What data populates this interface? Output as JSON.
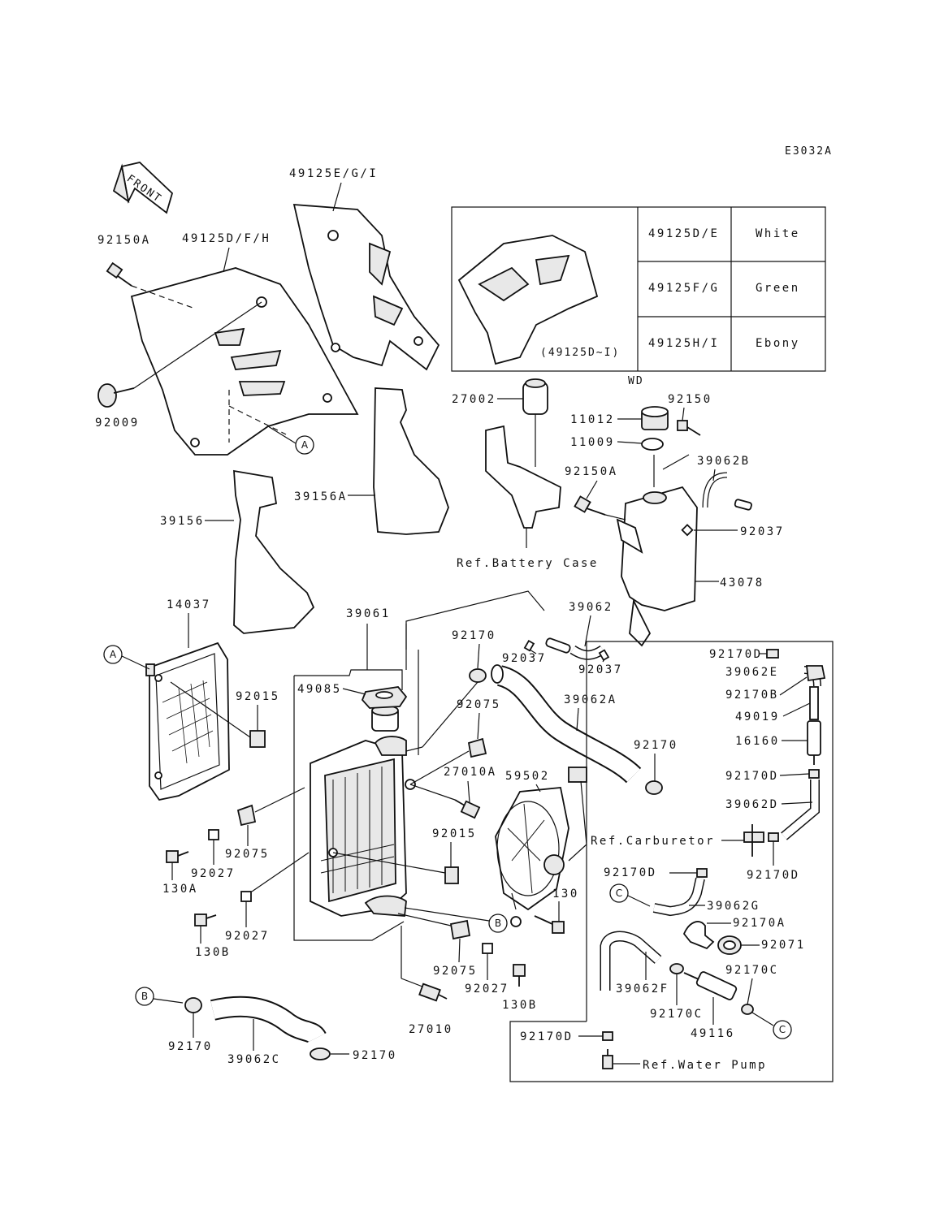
{
  "diagram_code": "E3032A",
  "front_arrow": "FRONT",
  "legend_note": "(49125D~I)",
  "below_table_label": "WD",
  "color_table": [
    {
      "part": "49125D/E",
      "color": "White"
    },
    {
      "part": "49125F/G",
      "color": "Green"
    },
    {
      "part": "49125H/I",
      "color": "Ebony"
    }
  ],
  "refs": {
    "battery_case": "Ref.Battery Case",
    "carburetor": "Ref.Carburetor",
    "water_pump": "Ref.Water Pump"
  },
  "callouts": {
    "a": "A",
    "b": "B",
    "c": "C"
  },
  "labels": {
    "p49125egi": "49125E/G/I",
    "p49125dfh": "49125D/F/H",
    "p92150a_top": "92150A",
    "p92009": "92009",
    "p39156": "39156",
    "p39156a": "39156A",
    "p27002": "27002",
    "p11012": "11012",
    "p92150": "92150",
    "p11009": "11009",
    "p39062b": "39062B",
    "p92150a_tank": "92150A",
    "p92037_tank": "92037",
    "p43078": "43078",
    "p14037": "14037",
    "p39061": "39061",
    "p39062": "39062",
    "p92170_top": "92170",
    "p92037_a": "92037",
    "p92037_b": "92037",
    "p49085": "49085",
    "p92015_a": "92015",
    "p92075_top": "92075",
    "p39062a": "39062A",
    "p92170_right": "92170",
    "p27010a": "27010A",
    "p59502": "59502",
    "p92075_left": "92075",
    "p92027_a": "92027",
    "p130a": "130A",
    "p92015_b": "92015",
    "p92027_b": "92027",
    "p130b_left": "130B",
    "p130": "130",
    "p92075_bottom": "92075",
    "p92027_c": "92027",
    "p130b_right": "130B",
    "p27010": "27010",
    "p92170_b": "92170",
    "p39062c": "39062C",
    "p92170_bottom": "92170",
    "p92170d_1": "92170D",
    "p39062e": "39062E",
    "p92170b": "92170B",
    "p49019": "49019",
    "p16160": "16160",
    "p92170d_2": "92170D",
    "p39062d": "39062D",
    "p92170d_3": "92170D",
    "p92170d_4": "92170D",
    "p39062g": "39062G",
    "p92170a": "92170A",
    "p92071": "92071",
    "p92170c_1": "92170C",
    "p39062f": "39062F",
    "p92170c_2": "92170C",
    "p49116": "49116",
    "p92170d_5": "92170D"
  }
}
